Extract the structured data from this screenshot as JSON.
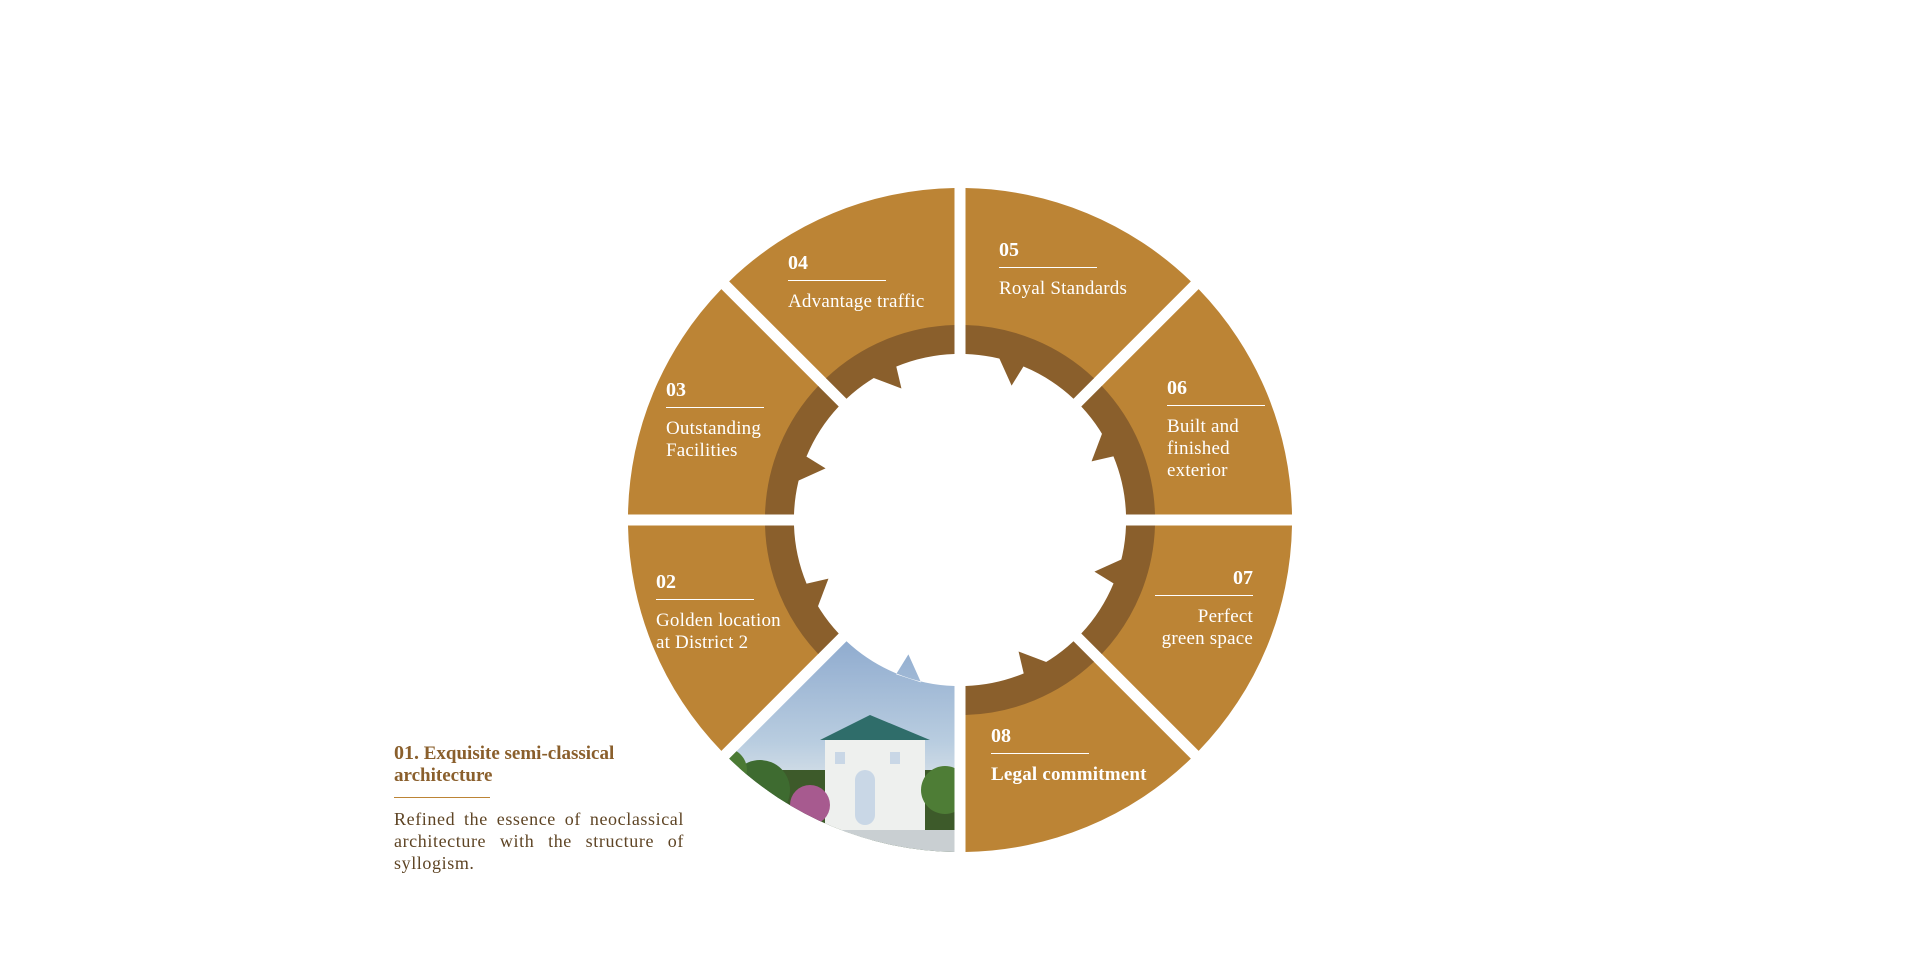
{
  "colors": {
    "gold": "#BC8435",
    "ring": "#8A5F2C",
    "text_brown": "#8A5F2C"
  },
  "intro": {
    "number": "01.",
    "title": "Exquisite semi-classical architecture",
    "description": "Refined the essence of neoclassical architecture with the structure of syllogism."
  },
  "segments": [
    {
      "number": "01",
      "image": "villa-photo"
    },
    {
      "number": "02",
      "lines": [
        "Golden location",
        "at District 2"
      ]
    },
    {
      "number": "03",
      "lines": [
        "Outstanding",
        "Facilities"
      ]
    },
    {
      "number": "04",
      "lines": [
        "Advantage traffic"
      ]
    },
    {
      "number": "05",
      "lines": [
        "Royal Standards"
      ]
    },
    {
      "number": "06",
      "lines": [
        "Built and",
        "finished",
        "exterior"
      ]
    },
    {
      "number": "07",
      "lines": [
        "Perfect",
        "green space"
      ]
    },
    {
      "number": "08",
      "lines": [
        "Legal commitment"
      ]
    }
  ]
}
